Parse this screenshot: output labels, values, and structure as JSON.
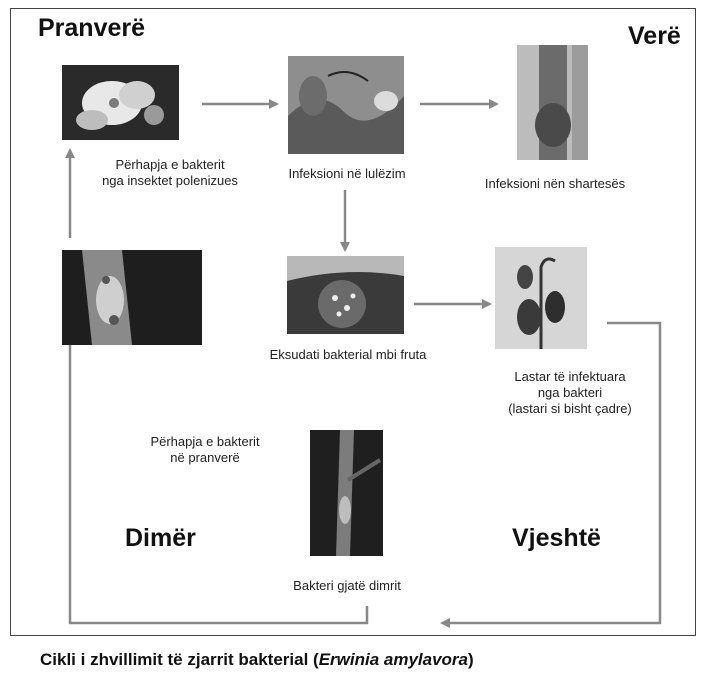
{
  "seasons": {
    "spring": "Pranverë",
    "summer": "Verë",
    "winter": "Dimër",
    "autumn": "Vjeshtë"
  },
  "stages": {
    "insect_spread": [
      "Përhapja e bakterit",
      "nga insektet polenizues"
    ],
    "blossom_infection": "Infeksioni në lulëzim",
    "bark_infection": "Infeksioni nën shartesës",
    "fruit_exudate": "Eksudati bakterial mbi fruta",
    "infected_shoots": [
      "Lastar të infektuara",
      "nga bakteri",
      "(lastari si bisht çadre)"
    ],
    "spring_spread": [
      "Përhapja e bakterit",
      "në pranverë"
    ],
    "winter_bacteria": "Bakteri gjatë dimrit"
  },
  "footer": {
    "prefix": "Cikli i zhvillimit të zjarrit bakterial (",
    "species": "Erwinia amylavora",
    "suffix": ")"
  },
  "colors": {
    "arrow": "#888888",
    "photo_dark": "#2b2b2b",
    "photo_light": "#cfcfcf"
  }
}
